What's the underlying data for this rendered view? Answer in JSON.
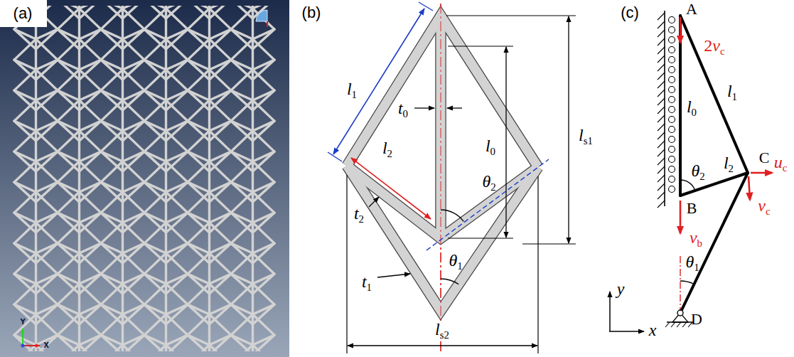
{
  "diagram": {
    "labels": [
      "(a)",
      "Y",
      "X",
      "(b)",
      "l1",
      "t0",
      "l0",
      "ls1",
      "l2",
      "θ2",
      "t2",
      "t1",
      "θ1",
      "ls2",
      "y",
      "x",
      "(c)",
      "A",
      "2vc",
      "l0",
      "l1",
      "C",
      "uc",
      "θ2",
      "l2",
      "vc",
      "B",
      "vb",
      "θ1",
      "D"
    ]
  }
}
